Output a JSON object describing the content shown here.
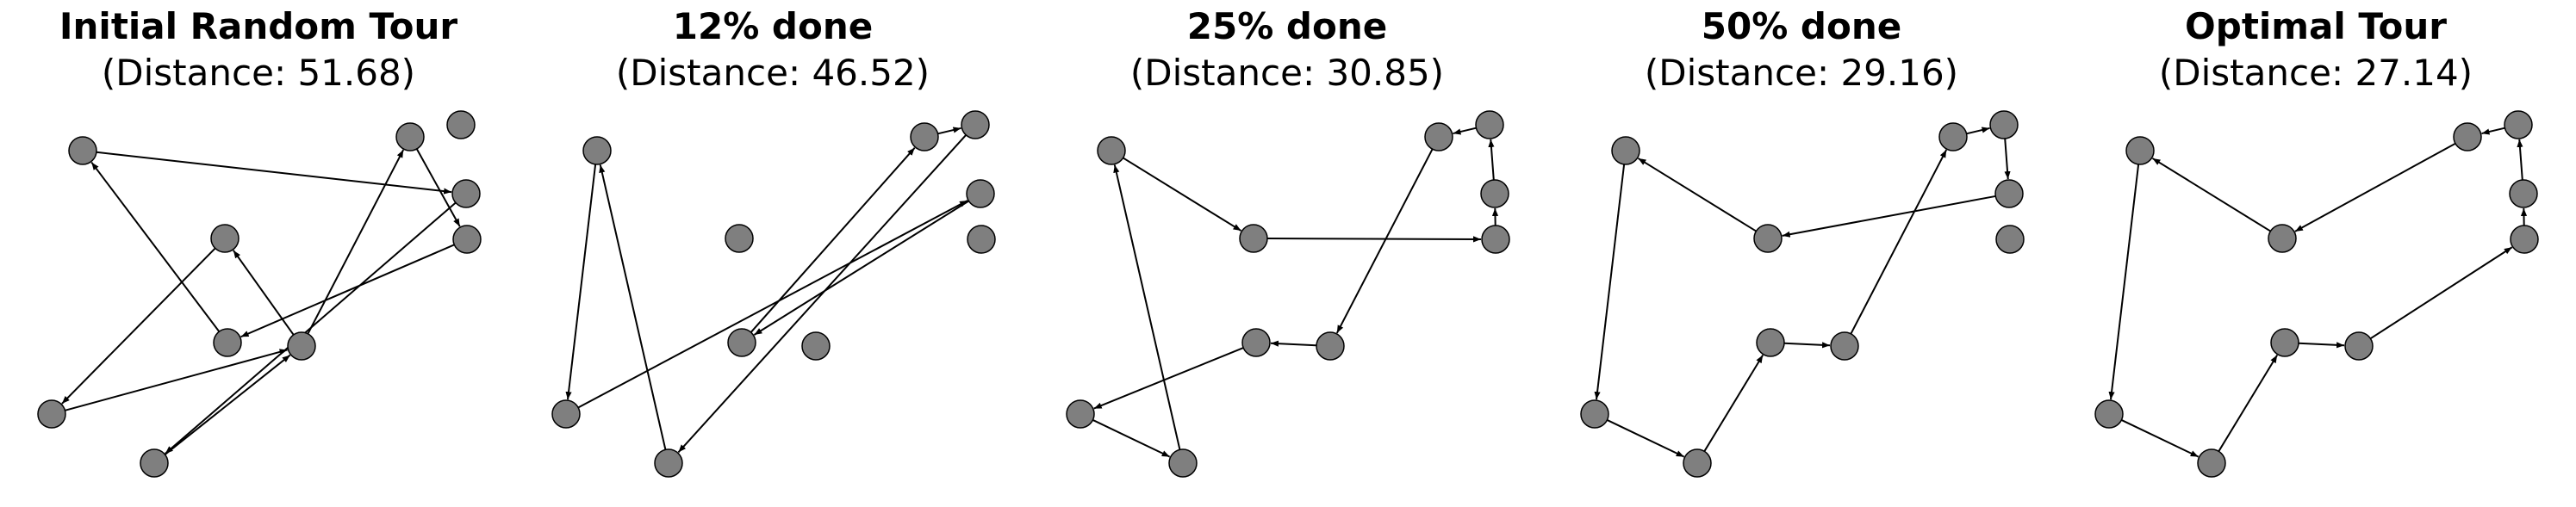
{
  "city_fill": "#7f7f7f",
  "edge_color": "#000000",
  "panels": [
    {
      "title": "Initial Random Tour",
      "subtitle": "(Distance: 51.68)",
      "cities": [
        [
          96,
          175
        ],
        [
          261,
          277
        ],
        [
          476,
          159
        ],
        [
          535,
          145
        ],
        [
          541,
          225
        ],
        [
          542,
          278
        ],
        [
          264,
          398
        ],
        [
          350,
          402
        ],
        [
          60,
          481
        ],
        [
          179,
          538
        ]
      ],
      "tour": [
        1,
        8,
        7,
        2,
        5,
        6,
        0,
        4,
        9,
        7,
        1
      ]
    },
    {
      "title": "12% done",
      "subtitle": "(Distance: 46.52)",
      "cities": [
        [
          693,
          175
        ],
        [
          858,
          277
        ],
        [
          1073,
          159
        ],
        [
          1132,
          145
        ],
        [
          1138,
          225
        ],
        [
          1139,
          278
        ],
        [
          861,
          398
        ],
        [
          947,
          402
        ],
        [
          657,
          481
        ],
        [
          776,
          538
        ]
      ],
      "tour": [
        0,
        8,
        4,
        6,
        2,
        3,
        9,
        0
      ]
    },
    {
      "title": "25% done",
      "subtitle": "(Distance: 30.85)",
      "cities": [
        [
          1290,
          175
        ],
        [
          1455,
          277
        ],
        [
          1670,
          159
        ],
        [
          1729,
          145
        ],
        [
          1735,
          225
        ],
        [
          1736,
          278
        ],
        [
          1458,
          398
        ],
        [
          1544,
          402
        ],
        [
          1254,
          481
        ],
        [
          1373,
          538
        ]
      ],
      "tour": [
        0,
        1,
        5,
        4,
        3,
        2,
        7,
        6,
        8,
        9,
        0
      ]
    },
    {
      "title": "50% done",
      "subtitle": "(Distance: 29.16)",
      "cities": [
        [
          1887,
          175
        ],
        [
          2052,
          277
        ],
        [
          2267,
          159
        ],
        [
          2326,
          145
        ],
        [
          2332,
          225
        ],
        [
          2333,
          278
        ],
        [
          2055,
          398
        ],
        [
          2141,
          402
        ],
        [
          1851,
          481
        ],
        [
          1970,
          538
        ]
      ],
      "tour": [
        0,
        8,
        9,
        6,
        7,
        2,
        3,
        4,
        1,
        0
      ]
    },
    {
      "title": "Optimal Tour",
      "subtitle": "(Distance: 27.14)",
      "cities": [
        [
          2484,
          175
        ],
        [
          2649,
          277
        ],
        [
          2864,
          159
        ],
        [
          2923,
          145
        ],
        [
          2929,
          225
        ],
        [
          2930,
          278
        ],
        [
          2652,
          398
        ],
        [
          2738,
          402
        ],
        [
          2448,
          481
        ],
        [
          2567,
          538
        ]
      ],
      "tour": [
        0,
        8,
        9,
        6,
        7,
        5,
        4,
        3,
        2,
        1,
        0
      ]
    }
  ]
}
